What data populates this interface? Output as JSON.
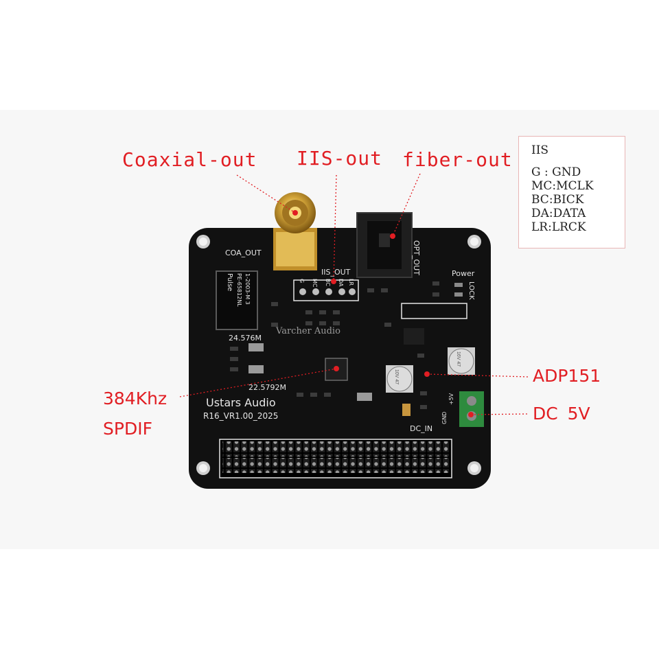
{
  "callouts": {
    "coaxial_out": "Coaxial-out",
    "iis_out": "IIS-out",
    "fiber_out": "fiber-out",
    "adp151": "ADP151",
    "dc_5v": "DC 5V",
    "rate": "384Khz",
    "spdif": "SPDIF"
  },
  "iis_legend": {
    "title": "IIS",
    "rows": [
      "G : GND",
      "MC:MCLK",
      "BC:BICK",
      "DA:DATA",
      "LR:LRCK"
    ]
  },
  "board_silkscreen": {
    "coa_out": "COA_OUT",
    "iis_out": "IIS_OUT",
    "opt_out": "OPT_OUT",
    "power": "Power",
    "lock": "LOCK",
    "pin_g": "G",
    "pin_mc": "MC",
    "pin_bc": "BC",
    "pin_da": "DA",
    "pin_lr": "LR",
    "pulse": "Pulse",
    "transformer_part": "PE-65812NL",
    "transformer_code": "1-2003-M 3",
    "crystal_1": "24.576M",
    "crystal_2": "22.5792M",
    "watermark": "Varcher Audio",
    "brand": "Ustars Audio",
    "version": "R16_VR1.00_2025",
    "dc_in": "DC_IN",
    "gnd": "GND",
    "plus5v": "+5V",
    "cap_1": "16V 47",
    "cap_2": "10V 47"
  },
  "colors": {
    "callout_red": "#e11e23",
    "board_black": "#111111",
    "silkscreen": "#e6e6e6",
    "connector_gold": "#d4a63a",
    "terminal_green": "#2e8b3e"
  }
}
